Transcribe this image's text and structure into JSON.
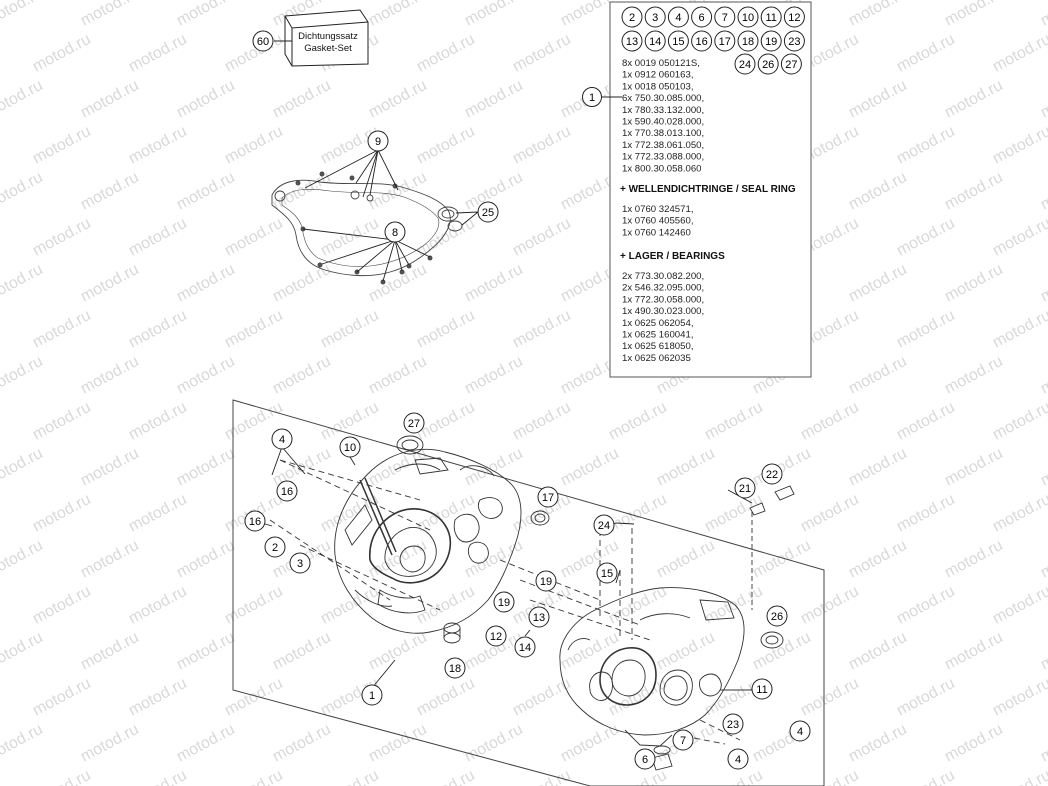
{
  "watermark": "motod.ru",
  "gasket_kit": {
    "number": "60",
    "line1": "Dichtungssatz",
    "line2": "Gasket-Set"
  },
  "parts_list": {
    "ref_number": "1",
    "kit_numbers": [
      "2",
      "3",
      "4",
      "6",
      "7",
      "10",
      "11",
      "12",
      "13",
      "14",
      "15",
      "16",
      "17",
      "18",
      "19",
      "23",
      "24",
      "26",
      "27"
    ],
    "lines": [
      "8x 0019 050121S,",
      "1x 0912 060163,",
      "1x 0018 050103,",
      "6x 750.30.085.000,",
      "1x 780.33.132.000,",
      "1x 590.40.028.000,",
      "1x 770.38.013.100,",
      "1x 772.38.061.050,",
      "1x 772.33.088.000,",
      "1x 800.30.058.060"
    ],
    "seal_heading": "+ WELLENDICHTRINGE / SEAL RING",
    "seal_lines": [
      "1x 0760 324571,",
      "1x 0760 405560,",
      "1x 0760 142460"
    ],
    "bearing_heading": "+ LAGER / BEARINGS",
    "bearing_lines": [
      "2x 773.30.082.200,",
      "2x 546.32.095.000,",
      "1x 772.30.058.000,",
      "1x 490.30.023.000,",
      "1x 0625 062054,",
      "1x 0625 160041,",
      "1x 0625 618050,",
      "1x 0625 062035"
    ]
  },
  "callouts": {
    "c9": "9",
    "c8": "8",
    "c25": "25",
    "c4a": "4",
    "c10": "10",
    "c27": "27",
    "c16a": "16",
    "c16b": "16",
    "c2": "2",
    "c3": "3",
    "c17": "17",
    "c19a": "19",
    "c19b": "19",
    "c13": "13",
    "c12": "12",
    "c14": "14",
    "c18": "18",
    "c1b": "1",
    "c22": "22",
    "c21": "21",
    "c24": "24",
    "c15": "15",
    "c26": "26",
    "c11": "11",
    "c23": "23",
    "c4b": "4",
    "c7": "7",
    "c6": "6",
    "c4c": "4"
  }
}
